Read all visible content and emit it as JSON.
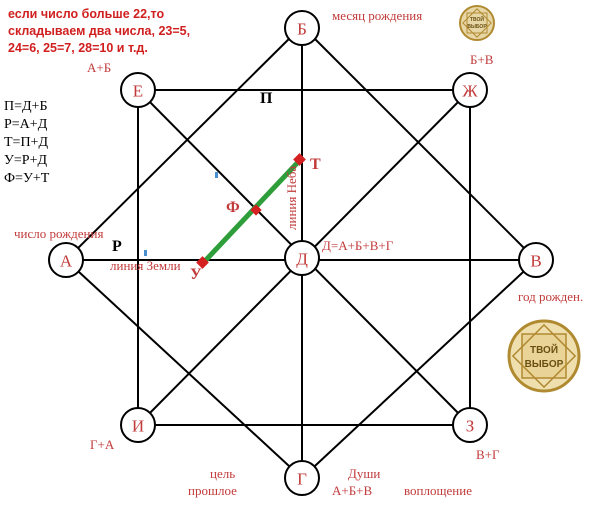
{
  "note": [
    "если число больше 22,то",
    "складываем два числа, 23=5,",
    "24=6, 25=7, 28=10 и т.д."
  ],
  "formulas": [
    "П=Д+Б",
    "Р=А+Д",
    "Т=П+Д",
    "У=Р+Д",
    "Ф=У+Т"
  ],
  "nodes": {
    "A": "А",
    "B": "Б",
    "V": "В",
    "G": "Г",
    "D": "Д",
    "E": "Е",
    "Zh": "Ж",
    "Z": "З",
    "I": "И"
  },
  "labels": {
    "birth_month": "месяц рождения",
    "birth_day": "число рождения",
    "birth_year": "год рожден.",
    "a_plus_b": "А+Б",
    "b_plus_v": "Б+В",
    "v_plus_g": "В+Г",
    "g_plus_a": "Г+А",
    "d_formula": "Д=А+Б+В+Г",
    "goal": "цель",
    "past": "прошлое",
    "souls": "Души",
    "a_b_v": "А+Б+В",
    "embodiment": "воплощение",
    "sky_line": "линия Неба",
    "earth_line": "линия Земли"
  },
  "points": {
    "P": "П",
    "R": "Р",
    "T": "Т",
    "U": "У",
    "F": "Ф"
  },
  "logo": {
    "line1": "ТВОЙ",
    "line2": "ВЫБОР"
  },
  "colors": {
    "label_red": "#c23b3b",
    "green_line": "#2e9e3a",
    "marker": "#d42020",
    "logo_gold": "#b08a30"
  }
}
